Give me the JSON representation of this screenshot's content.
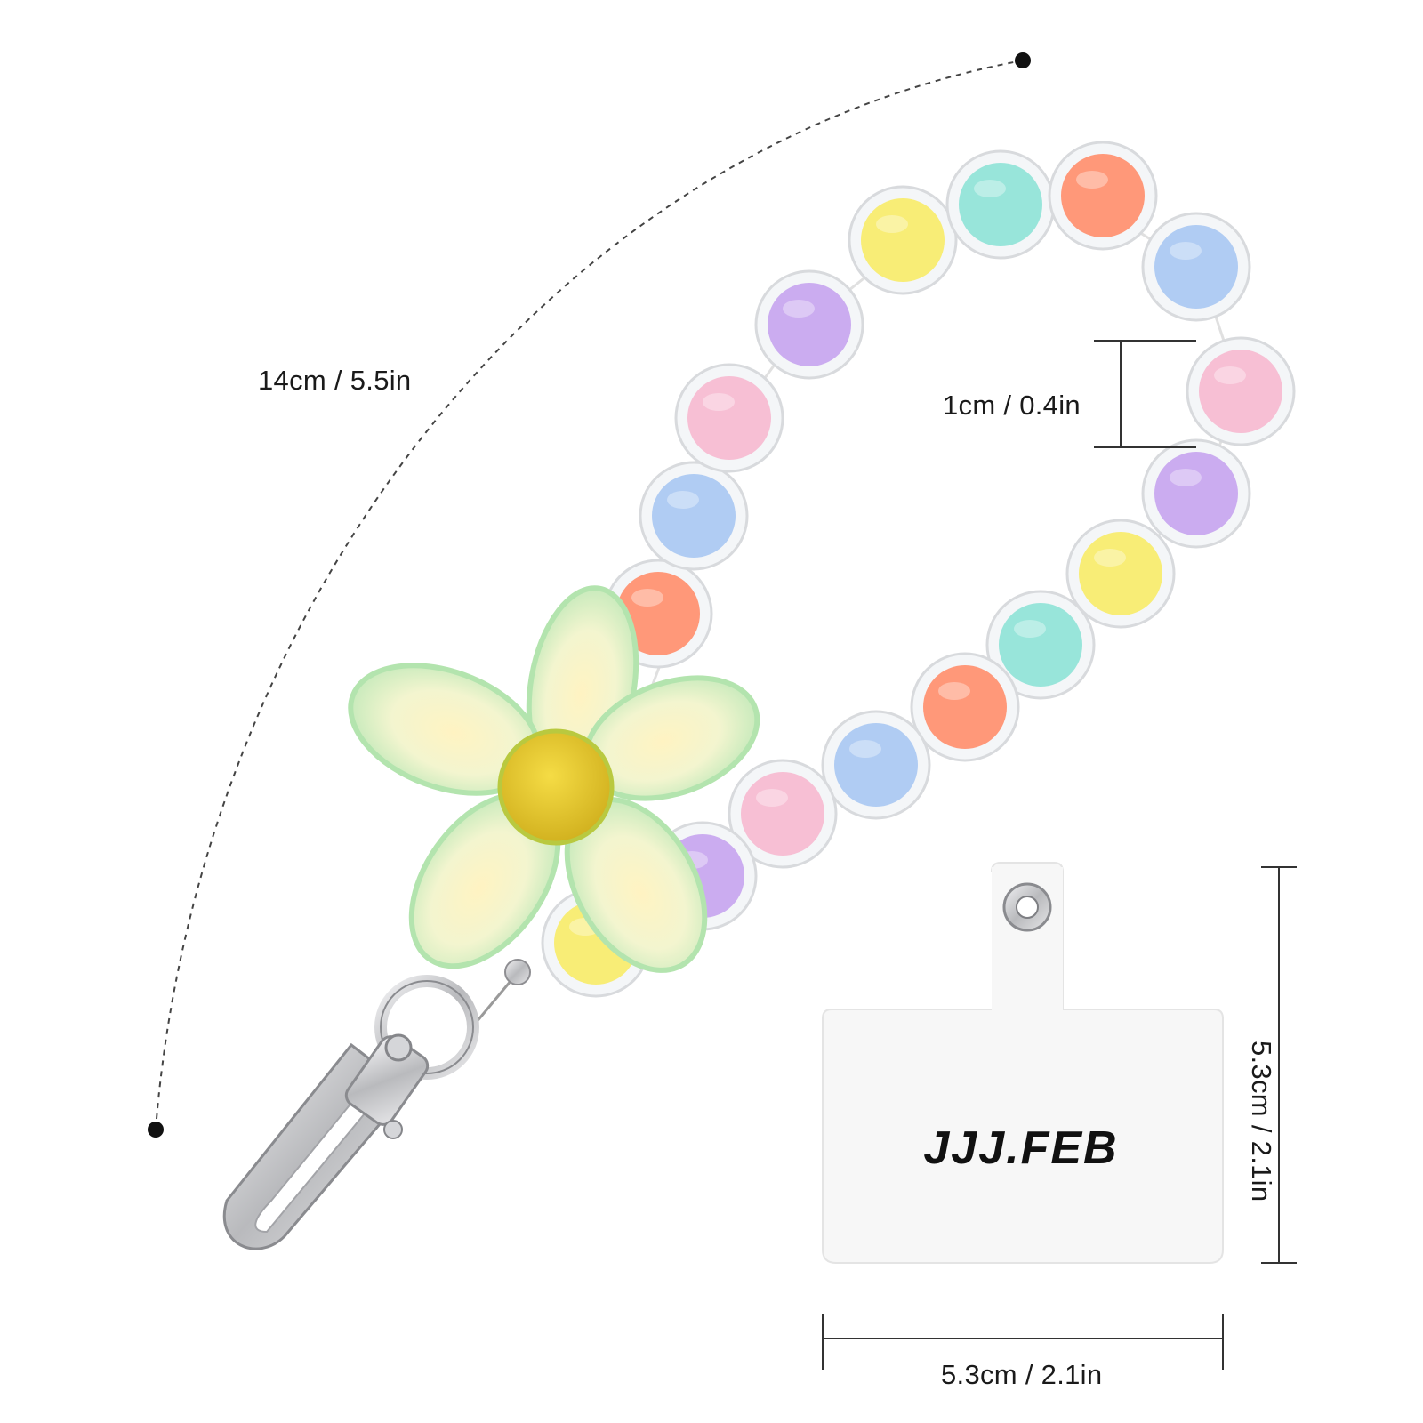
{
  "product": {
    "name": "beaded flower phone wrist strap",
    "brand_text": "JJJ.FEB",
    "bead_colors": [
      "#f7ec6a",
      "#8fe3d7",
      "#ff8f6e",
      "#a9c8f2",
      "#f6bad0",
      "#c7a5ef"
    ]
  },
  "dimensions": {
    "strap_length": "14cm / 5.5in",
    "bead_diameter": "1cm / 0.4in",
    "patch_width": "5.3cm / 2.1in",
    "patch_height": "5.3cm / 2.1in"
  },
  "colors": {
    "flower_petal": "#c8f1c6",
    "flower_center": "#e8c928",
    "metal": "#c8c8cc",
    "patch": "#f7f7f7",
    "text": "#1a1a1a"
  }
}
